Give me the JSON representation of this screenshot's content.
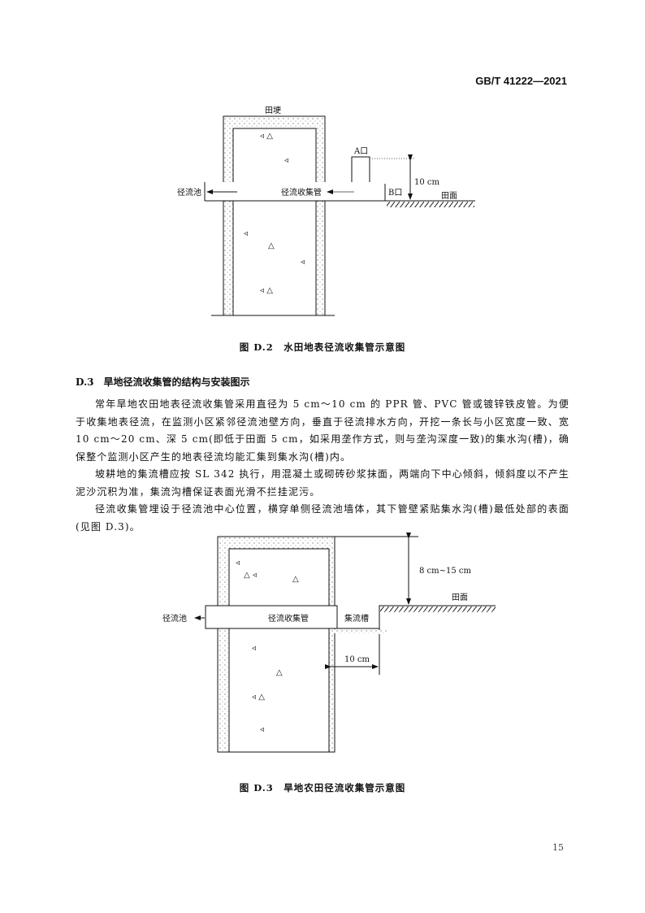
{
  "header": {
    "standard": "GB/T 41222—2021"
  },
  "figure_d2": {
    "labels": {
      "ridge": "田埂",
      "pool": "径流池",
      "pipe": "径流收集管",
      "port_a": "A口",
      "port_b": "B口",
      "height": "10 cm",
      "field": "田面"
    },
    "caption": "图 D.2　水田地表径流收集管示意图"
  },
  "section": {
    "number": "D.3",
    "title": "旱地径流收集管的结构与安装图示"
  },
  "paragraphs": [
    "常年旱地农田地表径流收集管采用直径为 5 cm～10 cm 的 PPR 管、PVC 管或镀锌铁皮管。为便于收集地表径流，在监测小区紧邻径流池壁方向，垂直于径流排水方向，开挖一条长与小区宽度一致、宽 10 cm～20 cm、深 5 cm(即低于田面 5 cm，如采用垄作方式，则与垄沟深度一致)的集水沟(槽)，确保整个监测小区产生的地表径流均能汇集到集水沟(槽)内。",
    "坡耕地的集流槽应按 SL 342 执行，用混凝土或砌砖砂浆抹面，两端向下中心倾斜，倾斜度以不产生泥沙沉积为准，集流沟槽保证表面光滑不拦挂泥污。",
    "径流收集管埋设于径流池中心位置，横穿单侧径流池墙体，其下管壁紧贴集水沟(槽)最低处部的表面(见图 D.3)。"
  ],
  "figure_d3": {
    "labels": {
      "pool": "径流池",
      "pipe": "径流收集管",
      "trough": "集流槽",
      "height": "8 cm~15 cm",
      "field": "田面",
      "width": "10 cm"
    },
    "caption": "图 D.3　旱地农田径流收集管示意图"
  },
  "footer": {
    "page": "15"
  }
}
